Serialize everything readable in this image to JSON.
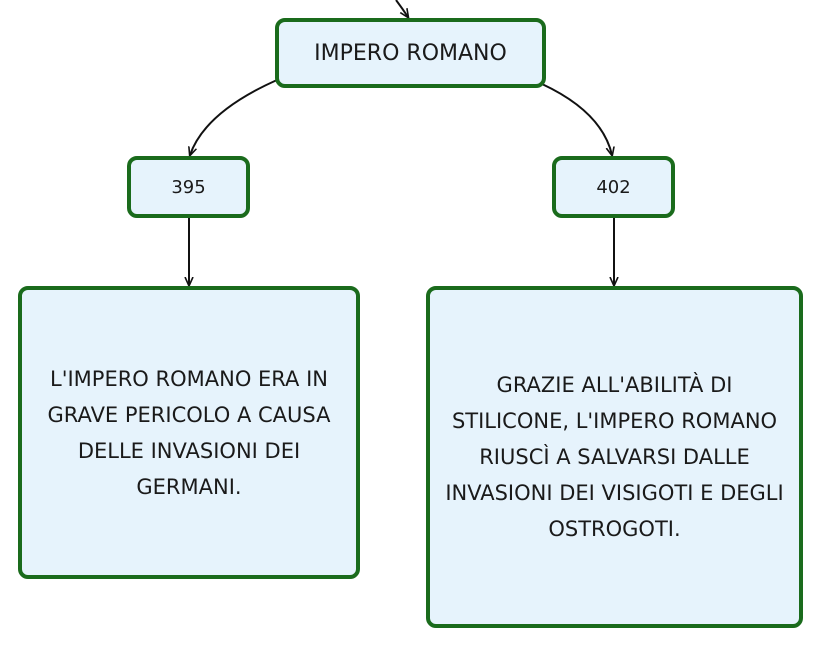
{
  "diagram": {
    "root": {
      "label": "IMPERO ROMANO"
    },
    "branches": [
      {
        "date": "395",
        "description": "L'IMPERO ROMANO ERA IN GRAVE PERICOLO A CAUSA DELLE INVASIONI DEI GERMANI."
      },
      {
        "date": "402",
        "description": "GRAZIE ALL'ABILITÀ DI STILICONE, L'IMPERO ROMANO RIUSCÌ A SALVARSI DALLE INVASIONI DEI VISIGOTI E DEGLI OSTROGOTI."
      }
    ],
    "colors": {
      "node_fill": "#e6f3fc",
      "node_border": "#1a6b1c",
      "connector": "#111111"
    }
  }
}
